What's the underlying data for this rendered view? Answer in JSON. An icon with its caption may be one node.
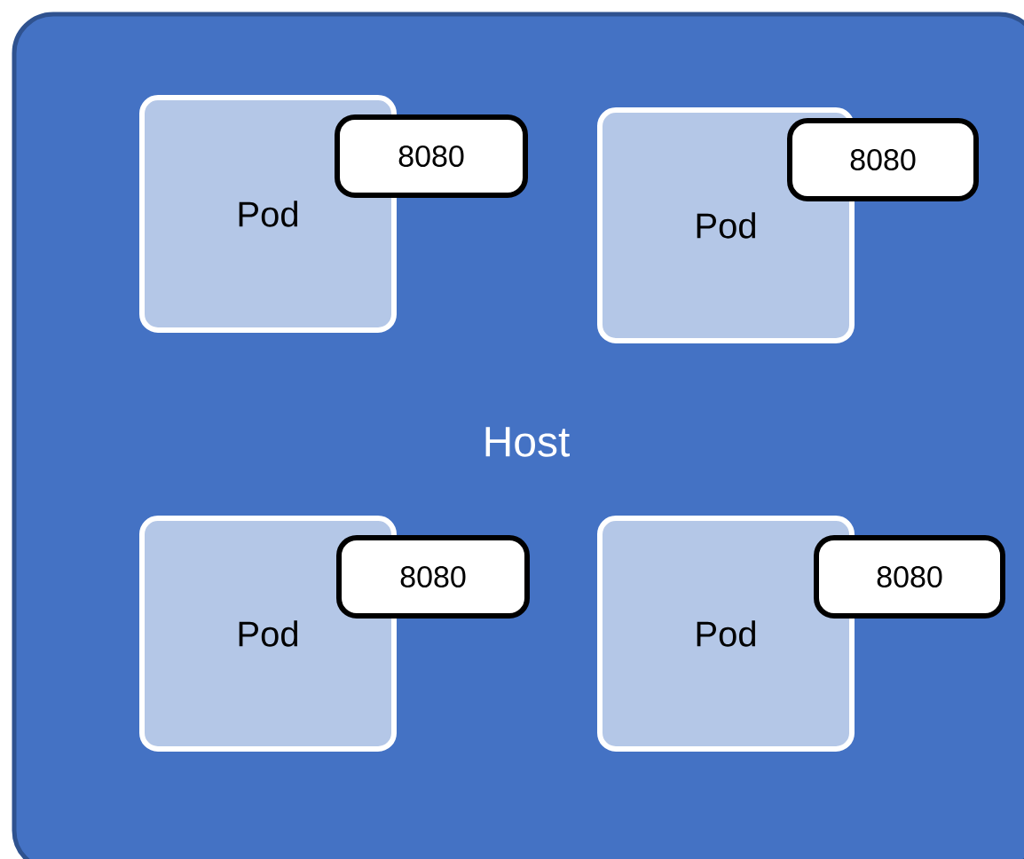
{
  "diagram": {
    "nodes": [
      {
        "text": [
          "Host"
        ]
      },
      {
        "text": [
          "Pod"
        ],
        "in": 0
      },
      {
        "text": [
          "8080"
        ],
        "in": 0
      },
      {
        "text": [
          "Pod"
        ],
        "in": 0
      },
      {
        "text": [
          "8080"
        ],
        "in": 0
      },
      {
        "text": [
          "Pod"
        ],
        "in": 0
      },
      {
        "text": [
          "8080"
        ],
        "in": 0
      },
      {
        "text": [
          "Pod"
        ],
        "in": 0
      },
      {
        "text": [
          "8080"
        ],
        "in": 0
      }
    ]
  }
}
